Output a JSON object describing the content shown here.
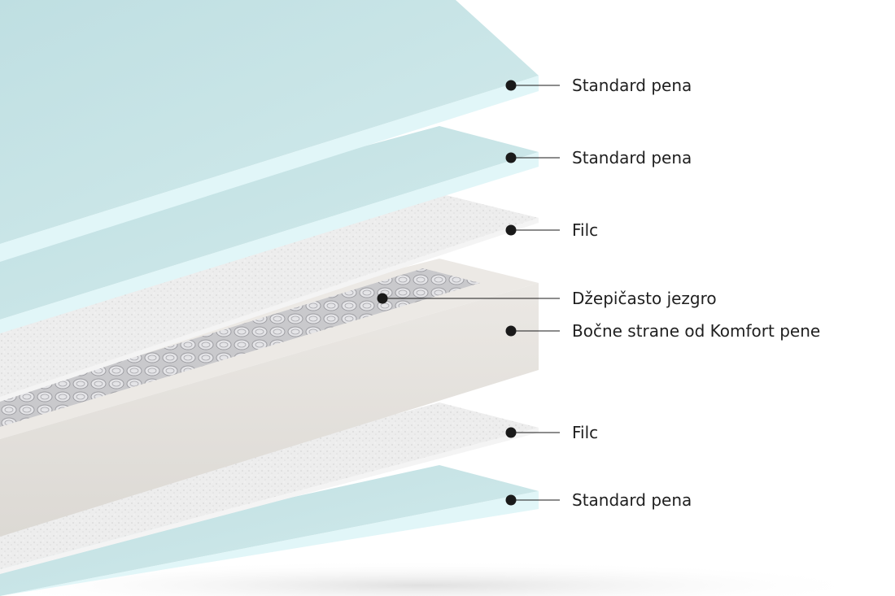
{
  "layers": [
    {
      "id": "standard-pena-top",
      "label": "Standard pena",
      "material": "foam"
    },
    {
      "id": "standard-pena-second",
      "label": "Standard pena",
      "material": "foam"
    },
    {
      "id": "filc-upper",
      "label": "Filc",
      "material": "felt"
    },
    {
      "id": "dzepicasto-jezgro",
      "label": "Džepičasto jezgro",
      "material": "pocket-springs"
    },
    {
      "id": "bocne-strane",
      "label": "Bočne strane od Komfort pene",
      "material": "comfort-foam"
    },
    {
      "id": "filc-lower",
      "label": "Filc",
      "material": "felt"
    },
    {
      "id": "standard-pena-bottom",
      "label": "Standard pena",
      "material": "foam"
    }
  ],
  "colors": {
    "foam_top": "#c9e4e6",
    "foam_edge": "#e1f6f8",
    "felt": "#ececec",
    "comfort_foam": "#e6e3df",
    "springs": "#b9b9bd",
    "marker": "#1a1a1a",
    "text": "#1f1f1f"
  }
}
